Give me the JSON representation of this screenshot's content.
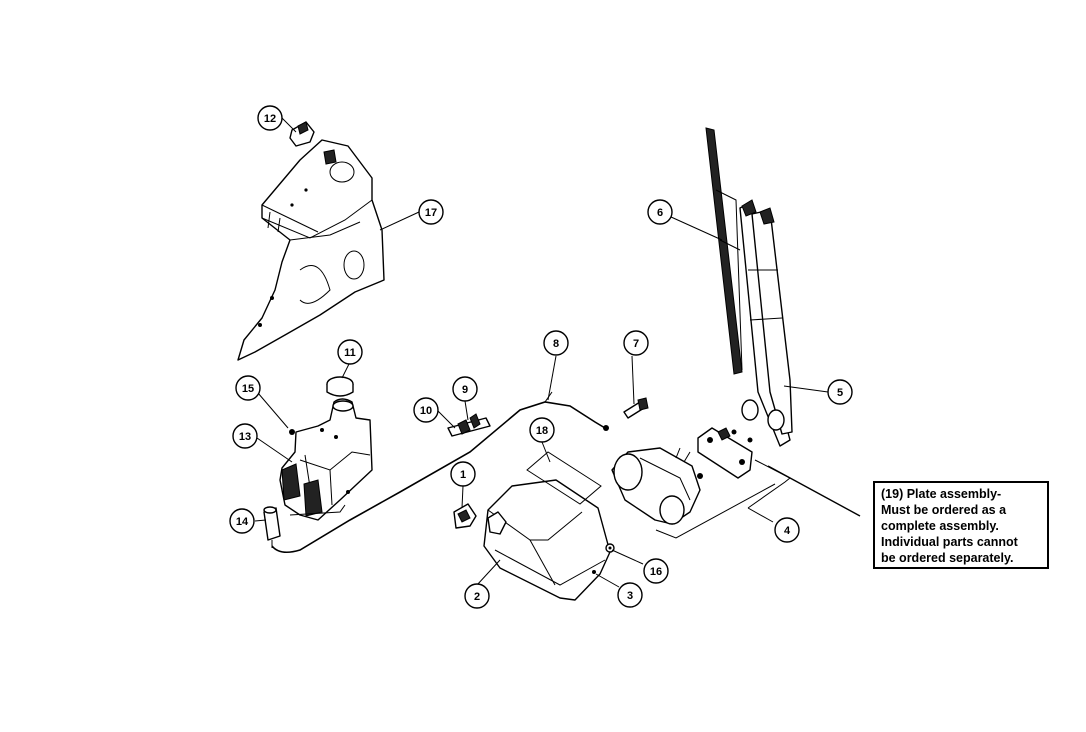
{
  "callouts": [
    {
      "id": "callout-1",
      "label": "1"
    },
    {
      "id": "callout-2",
      "label": "2"
    },
    {
      "id": "callout-3",
      "label": "3"
    },
    {
      "id": "callout-4",
      "label": "4"
    },
    {
      "id": "callout-5",
      "label": "5"
    },
    {
      "id": "callout-6",
      "label": "6"
    },
    {
      "id": "callout-7",
      "label": "7"
    },
    {
      "id": "callout-8",
      "label": "8"
    },
    {
      "id": "callout-9",
      "label": "9"
    },
    {
      "id": "callout-10",
      "label": "10"
    },
    {
      "id": "callout-11",
      "label": "11"
    },
    {
      "id": "callout-12",
      "label": "12"
    },
    {
      "id": "callout-13",
      "label": "13"
    },
    {
      "id": "callout-14",
      "label": "14"
    },
    {
      "id": "callout-15",
      "label": "15"
    },
    {
      "id": "callout-16",
      "label": "16"
    },
    {
      "id": "callout-17",
      "label": "17"
    },
    {
      "id": "callout-18",
      "label": "18"
    }
  ],
  "note": {
    "lines": [
      "(19) Plate assembly-",
      "Must be ordered as a",
      "complete assembly.",
      "Individual parts cannot",
      "be ordered separately."
    ]
  }
}
